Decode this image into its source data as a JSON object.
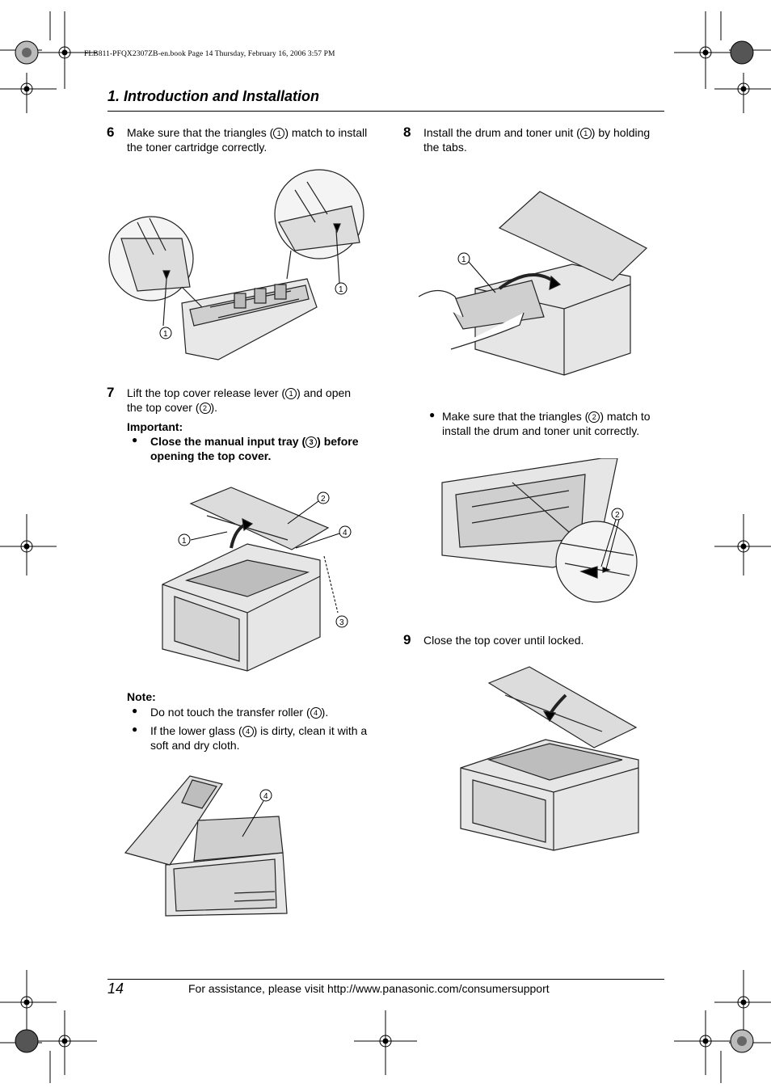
{
  "header": {
    "slug": "FLB811-PFQX2307ZB-en.book  Page 14  Thursday, February 16, 2006  3:57 PM",
    "section_title": "1. Introduction and Installation"
  },
  "callouts": {
    "c1": "1",
    "c2": "2",
    "c3": "3",
    "c4": "4"
  },
  "step6": {
    "num": "6",
    "text_a": "Make sure that the triangles (",
    "text_b": ") match to install the toner cartridge correctly."
  },
  "step7": {
    "num": "7",
    "text_a": "Lift the top cover release lever (",
    "text_b": ") and open the top cover (",
    "text_c": ").",
    "important_label": "Important:",
    "important_a": "Close the manual input tray (",
    "important_b": ") before opening the top cover.",
    "note_label": "Note:",
    "note1_a": "Do not touch the transfer roller (",
    "note1_b": ").",
    "note2_a": "If the lower glass (",
    "note2_b": ") is dirty, clean it with a soft and dry cloth."
  },
  "step8": {
    "num": "8",
    "text_a": "Install the drum and toner unit (",
    "text_b": ") by holding the tabs.",
    "bullet_a": "Make sure that the triangles (",
    "bullet_b": ") match to install the drum and toner unit correctly."
  },
  "step9": {
    "num": "9",
    "text": "Close the top cover until locked."
  },
  "footer": {
    "page_number": "14",
    "assistance": "For assistance, please visit http://www.panasonic.com/consumersupport"
  }
}
